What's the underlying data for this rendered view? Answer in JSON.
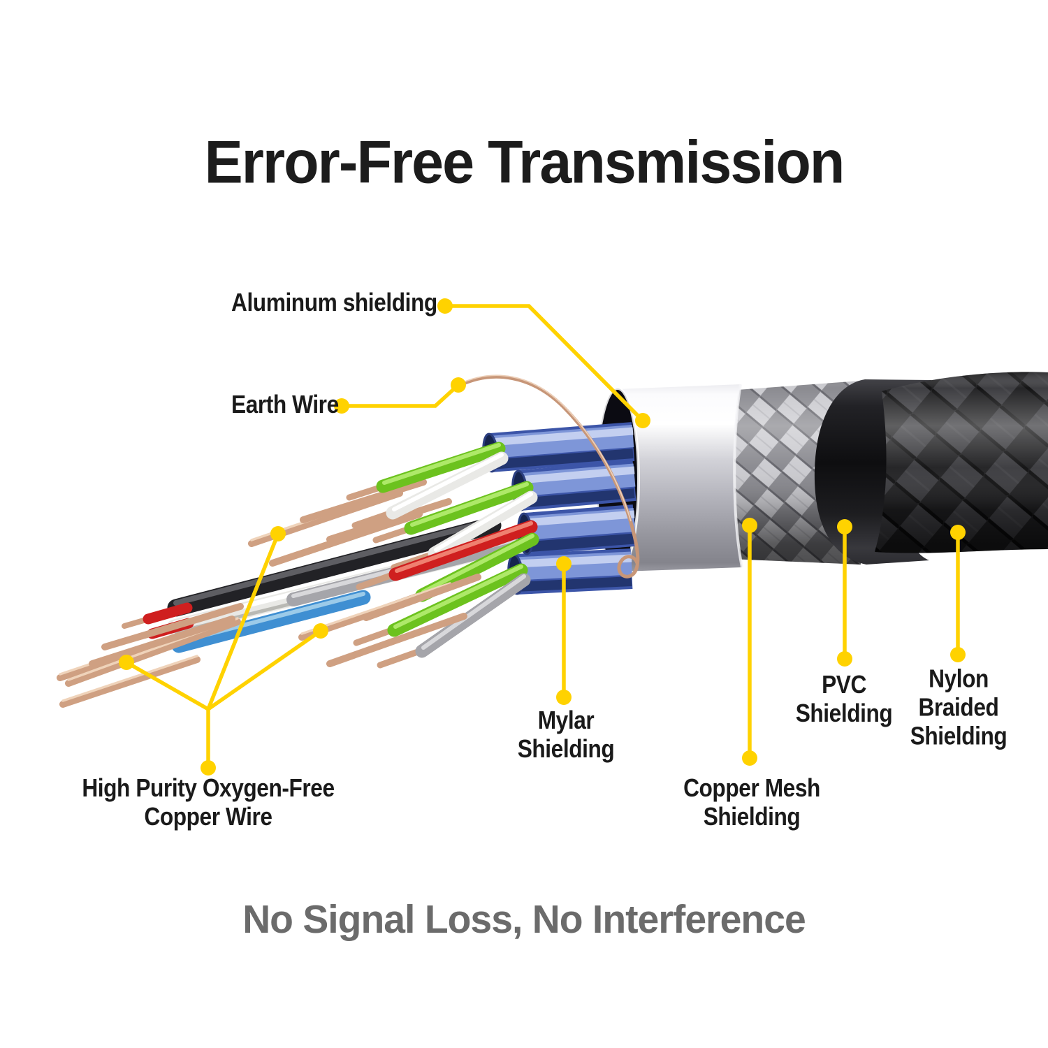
{
  "title": "Error-Free Transmission",
  "footer": "No Signal Loss, No Interference",
  "callouts": {
    "aluminum": {
      "label": "Aluminum shielding"
    },
    "earth": {
      "label": "Earth Wire"
    },
    "copper_wire": {
      "label": "High Purity Oxygen-Free\nCopper Wire"
    },
    "mylar": {
      "label": "Mylar\nShielding"
    },
    "copper_mesh": {
      "label": "Copper Mesh\nShielding"
    },
    "pvc": {
      "label": "PVC\nShielding"
    },
    "nylon": {
      "label": "Nylon\nBraided\nShielding"
    }
  },
  "colors": {
    "callout_yellow": "#FFD200",
    "title_text": "#1c1c1c",
    "footer_text": "#6b6b6b",
    "label_text": "#1a1a1a",
    "copper_wire": "#cfa082",
    "green_wire": "#6cc21e",
    "white_wire": "#e9e9e6",
    "red_wire": "#cf1f1f",
    "black_wire": "#222226",
    "gray_wire": "#a5a5aa",
    "light_blue_wire": "#3f8fd2",
    "mylar_blue": "#3c55a8",
    "aluminum_shield": "#d2d2d8",
    "copper_mesh_silver": "#93939a",
    "pvc_black": "#0e0e10",
    "nylon_braid": "#1f1f21"
  }
}
